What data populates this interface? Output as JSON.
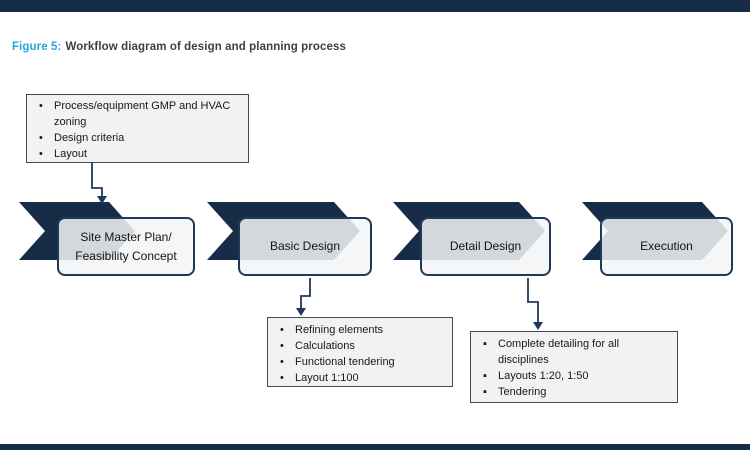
{
  "page": {
    "title_prefix": "Figure 5:",
    "title_text": "Workflow diagram of design and planning process"
  },
  "colors": {
    "navy": "#172c46",
    "accent_cyan": "#27a5dc",
    "step_border": "#20395a",
    "note_fill": "#f1f2f3",
    "note_border": "#3e4a56"
  },
  "glyphs": {
    "disc_bullet": "•",
    "square_bullet": "▪"
  },
  "diagram": {
    "steps": [
      {
        "line1": "Site Master Plan/",
        "line2": "Feasibility Concept"
      },
      {
        "line1": "Basic Design"
      },
      {
        "line1": "Detail Design"
      },
      {
        "line1": "Execution"
      }
    ],
    "notes": [
      {
        "attached_to": "Site Master Plan/ Feasibility Concept",
        "bullet_style": "disc",
        "items": [
          "Process/equipment GMP and HVAC zoning",
          "Design criteria",
          "Layout"
        ]
      },
      {
        "attached_to": "Basic Design",
        "bullet_style": "disc",
        "items": [
          "Refining elements",
          "Calculations",
          "Functional tendering",
          "Layout 1:100"
        ]
      },
      {
        "attached_to": "Detail Design",
        "bullet_style": "square",
        "items": [
          "Complete detailing for all disciplines",
          "Layouts 1:20, 1:50",
          "Tendering"
        ]
      }
    ]
  }
}
